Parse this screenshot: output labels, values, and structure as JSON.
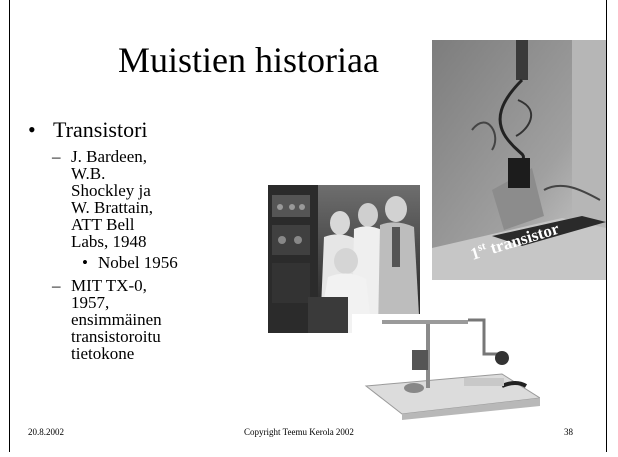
{
  "slide": {
    "title": "Muistien historiaa",
    "bullet1": "Transistori",
    "sub1": "J. Bardeen, W.B. Shockley ja W. Brattain, ATT Bell Labs, 1948",
    "sub1_nested": "Nobel 1956",
    "sub2": "MIT TX-0, 1957, ensimmäinen transistoroitu tietokone",
    "bullet_glyph": "•",
    "dash_glyph": "–"
  },
  "photo_caption": {
    "prefix": "1",
    "superscript": "st",
    "rest": "transistor"
  },
  "footer": {
    "date": "20.8.2002",
    "copyright": "Copyright Teemu Kerola 2002",
    "page": "38"
  }
}
